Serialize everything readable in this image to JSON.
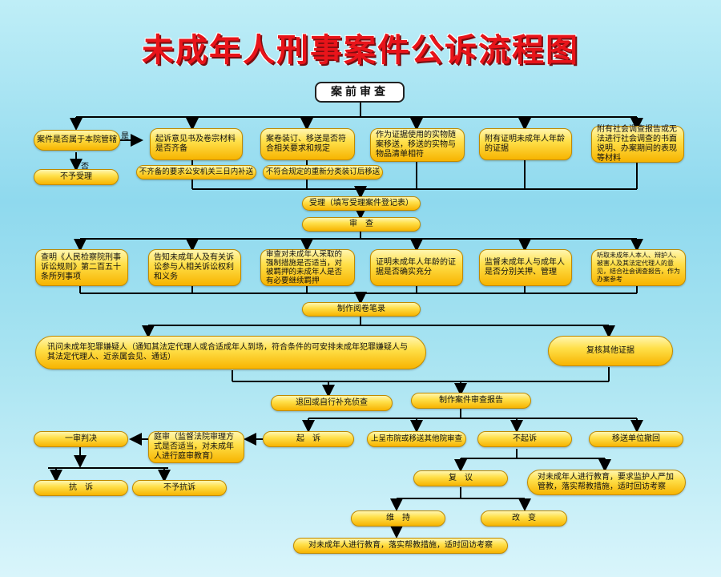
{
  "title": "未成年人刑事案件公诉流程图",
  "nodes": {
    "pre_review": "案前审查",
    "jurisdiction": "案件是否属于本院管辖",
    "no_accept": "不予受理",
    "indictment_docs": "起诉意见书及卷宗材料是否齐备",
    "incomplete_docs": "不齐备的要求公安机关三日内补送",
    "volume_binding": "案卷装订、移送是否符合相关要求和规定",
    "rebind": "不符合规定的重新分类装订后移送",
    "physical_evidence": "作为证据使用的实物随案移送，移送的实物与物品清单相符",
    "age_proof": "附有证明未成年人年龄的证据",
    "social_survey": "附有社会调查报告或无法进行社会调查的书面说明、办案期间的表现等材料",
    "accept": "受理（填写受理案件登记表）",
    "review": "审　查",
    "check_rules": "查明《人民检察院刑事诉讼规则》第二百五十条所列事项",
    "inform_rights": "告知未成年人及有关诉讼参与人相关诉讼权利和义务",
    "coercive_measures": "审查对未成年人采取的强制措施是否适当，对被羁押的未成年人是否有必要继续羁押",
    "age_evidence": "证明未成年人年龄的证据是否确实充分",
    "separate_custody": "监督未成年人与成年人是否分别关押、管理",
    "hear_opinions": "听取未成年人本人、辩护人、被害人及其法定代理人的意见，结合社会调查报告，作为办案参考",
    "make_record": "制作阅卷笔录",
    "interrogate": "讯问未成年犯罪嫌疑人（通知其法定代理人或合适成年人到场，符合条件的可安排未成年犯罪嫌疑人与其法定代理人、近亲属会见、通话）",
    "recheck_evidence": "复核其他证据",
    "return_supplement": "退回或自行补充侦查",
    "review_report": "制作案件审查报告",
    "prosecute": "起　诉",
    "report_upper": "上呈市院或移送其他院审查",
    "no_prosecute": "不起诉",
    "transfer_withdraw": "移送单位撤回",
    "trial": "庭审（监督法院审理方式是否适当，对未成年人进行庭审教育）",
    "first_judgment": "一审判决",
    "protest": "抗　诉",
    "no_protest": "不予抗诉",
    "reconsider": "复　议",
    "education_after_no_prosecute": "对未成年人进行教育，要求监护人严加管教，落实帮教措施，适时回访考察",
    "maintain": "维　持",
    "change": "改　变",
    "final_education": "对未成年人进行教育，落实帮教措施，适时回访考察"
  },
  "labels": {
    "yes": "是",
    "no": "否"
  }
}
